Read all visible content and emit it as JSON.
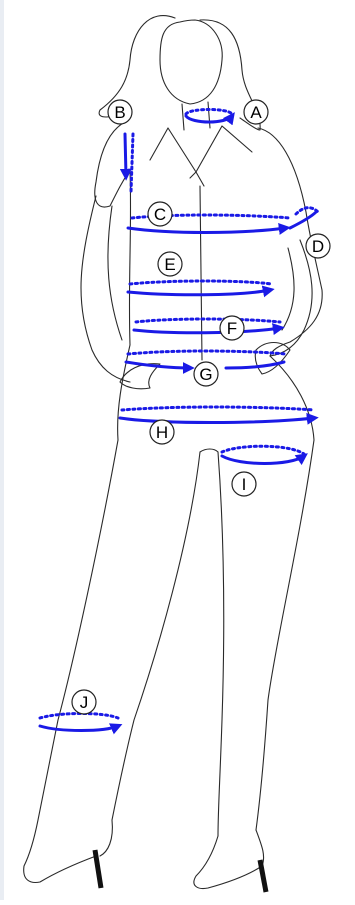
{
  "figure": {
    "accent_color": "#1a1ae6",
    "outline_color": "#2a2a2a",
    "measurement_points": [
      {
        "id": "A",
        "label": "A"
      },
      {
        "id": "B",
        "label": "B"
      },
      {
        "id": "C",
        "label": "C"
      },
      {
        "id": "D",
        "label": "D"
      },
      {
        "id": "E",
        "label": "E"
      },
      {
        "id": "F",
        "label": "F"
      },
      {
        "id": "G",
        "label": "G"
      },
      {
        "id": "H",
        "label": "H"
      },
      {
        "id": "I",
        "label": "I"
      },
      {
        "id": "J",
        "label": "J"
      }
    ]
  }
}
